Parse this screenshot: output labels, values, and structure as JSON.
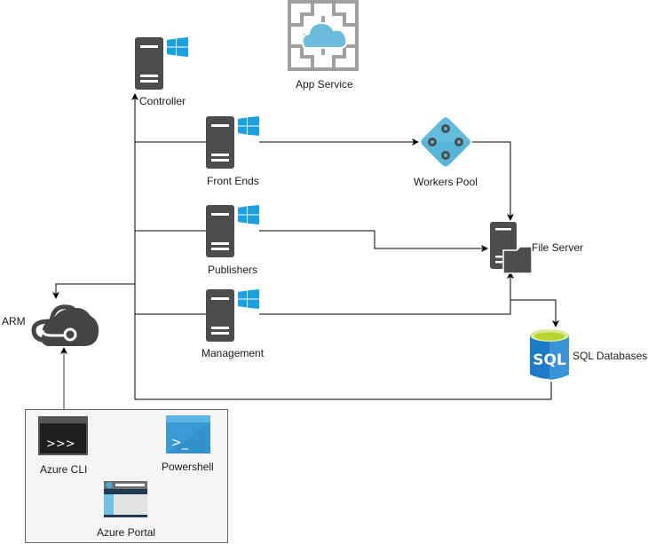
{
  "diagram": {
    "title": "Azure App Service architecture",
    "colors": {
      "server": "#4d4d4d",
      "windows": "#1ba1e2",
      "app_service_frame": "#a0a0a0",
      "cloud": "#6cbcdb",
      "workers": "#59b4d9",
      "sql_blue": "#1e7ac7",
      "sql_top": "#b8d432",
      "line": "#000000",
      "group_fill": "#f5f5f5",
      "group_border": "#666666"
    },
    "nodes": {
      "app_service": {
        "label": "App Service",
        "icon": "app-service-icon"
      },
      "controller": {
        "label": "Controller",
        "icon": "windows-server-icon"
      },
      "front_ends": {
        "label": "Front Ends",
        "icon": "windows-server-icon"
      },
      "publishers": {
        "label": "Publishers",
        "icon": "windows-server-icon"
      },
      "management": {
        "label": "Management",
        "icon": "windows-server-icon"
      },
      "workers_pool": {
        "label": "Workers Pool",
        "icon": "workers-pool-icon"
      },
      "file_server": {
        "label": "File Server",
        "icon": "file-server-icon"
      },
      "sql_databases": {
        "label": "SQL Databases",
        "icon": "sql-database-icon",
        "icon_text": "SQL"
      },
      "arm": {
        "label": "ARM",
        "icon": "azure-resource-manager-icon"
      },
      "azure_cli": {
        "label": "Azure CLI",
        "icon": "terminal-icon",
        "icon_text": ">>>"
      },
      "powershell": {
        "label": "Powershell",
        "icon": "powershell-icon",
        "icon_text": ">_"
      },
      "azure_portal": {
        "label": "Azure Portal",
        "icon": "portal-icon"
      }
    },
    "edges": [
      {
        "from": "front_ends",
        "to": "workers_pool"
      },
      {
        "from": "workers_pool",
        "to": "file_server"
      },
      {
        "from": "publishers",
        "to": "file_server"
      },
      {
        "from": "management",
        "to": "file_server"
      },
      {
        "from": "management",
        "to": "sql_databases"
      },
      {
        "from": "sql_databases",
        "to": "controller"
      },
      {
        "from": "front_ends",
        "to": "controller"
      },
      {
        "from": "publishers",
        "to": "controller"
      },
      {
        "from": "management",
        "to": "controller"
      },
      {
        "from": "controller_bus",
        "to": "arm"
      },
      {
        "from": "clients_group",
        "to": "arm"
      }
    ]
  }
}
